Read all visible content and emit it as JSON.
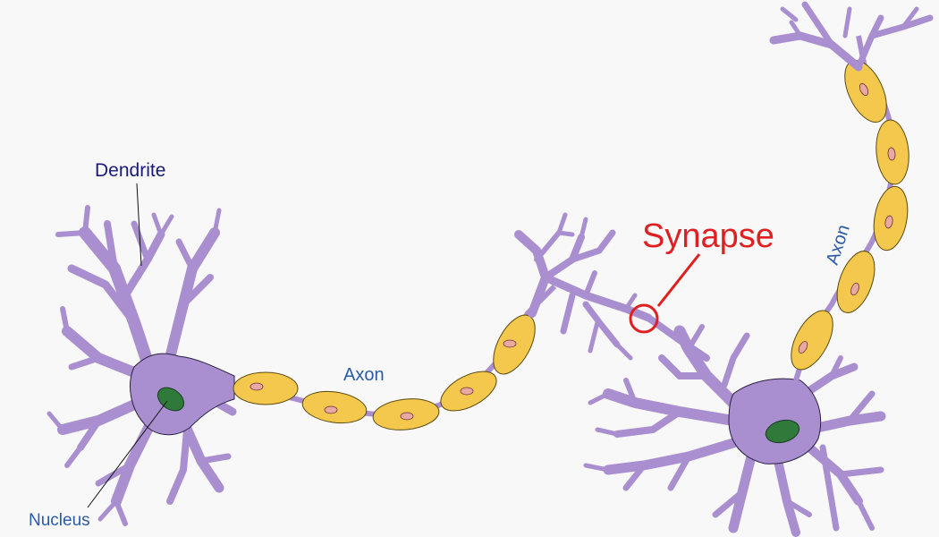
{
  "labels": {
    "dendrite": "Dendrite",
    "axon_left": "Axon",
    "axon_right": "Axon",
    "nucleus": "Nucleus",
    "synapse": "Synapse"
  },
  "colors": {
    "cell_body": "#a98fd0",
    "cell_outline": "#2a2040",
    "myelin": "#f3c84c",
    "node_nucleus": "#e9a9a3",
    "cell_nucleus": "#2f7a3b",
    "label_dark_blue": "#1a1a7a",
    "label_blue": "#2a5aa8",
    "synapse_red": "#e02020",
    "background": "#f8f8f8"
  }
}
